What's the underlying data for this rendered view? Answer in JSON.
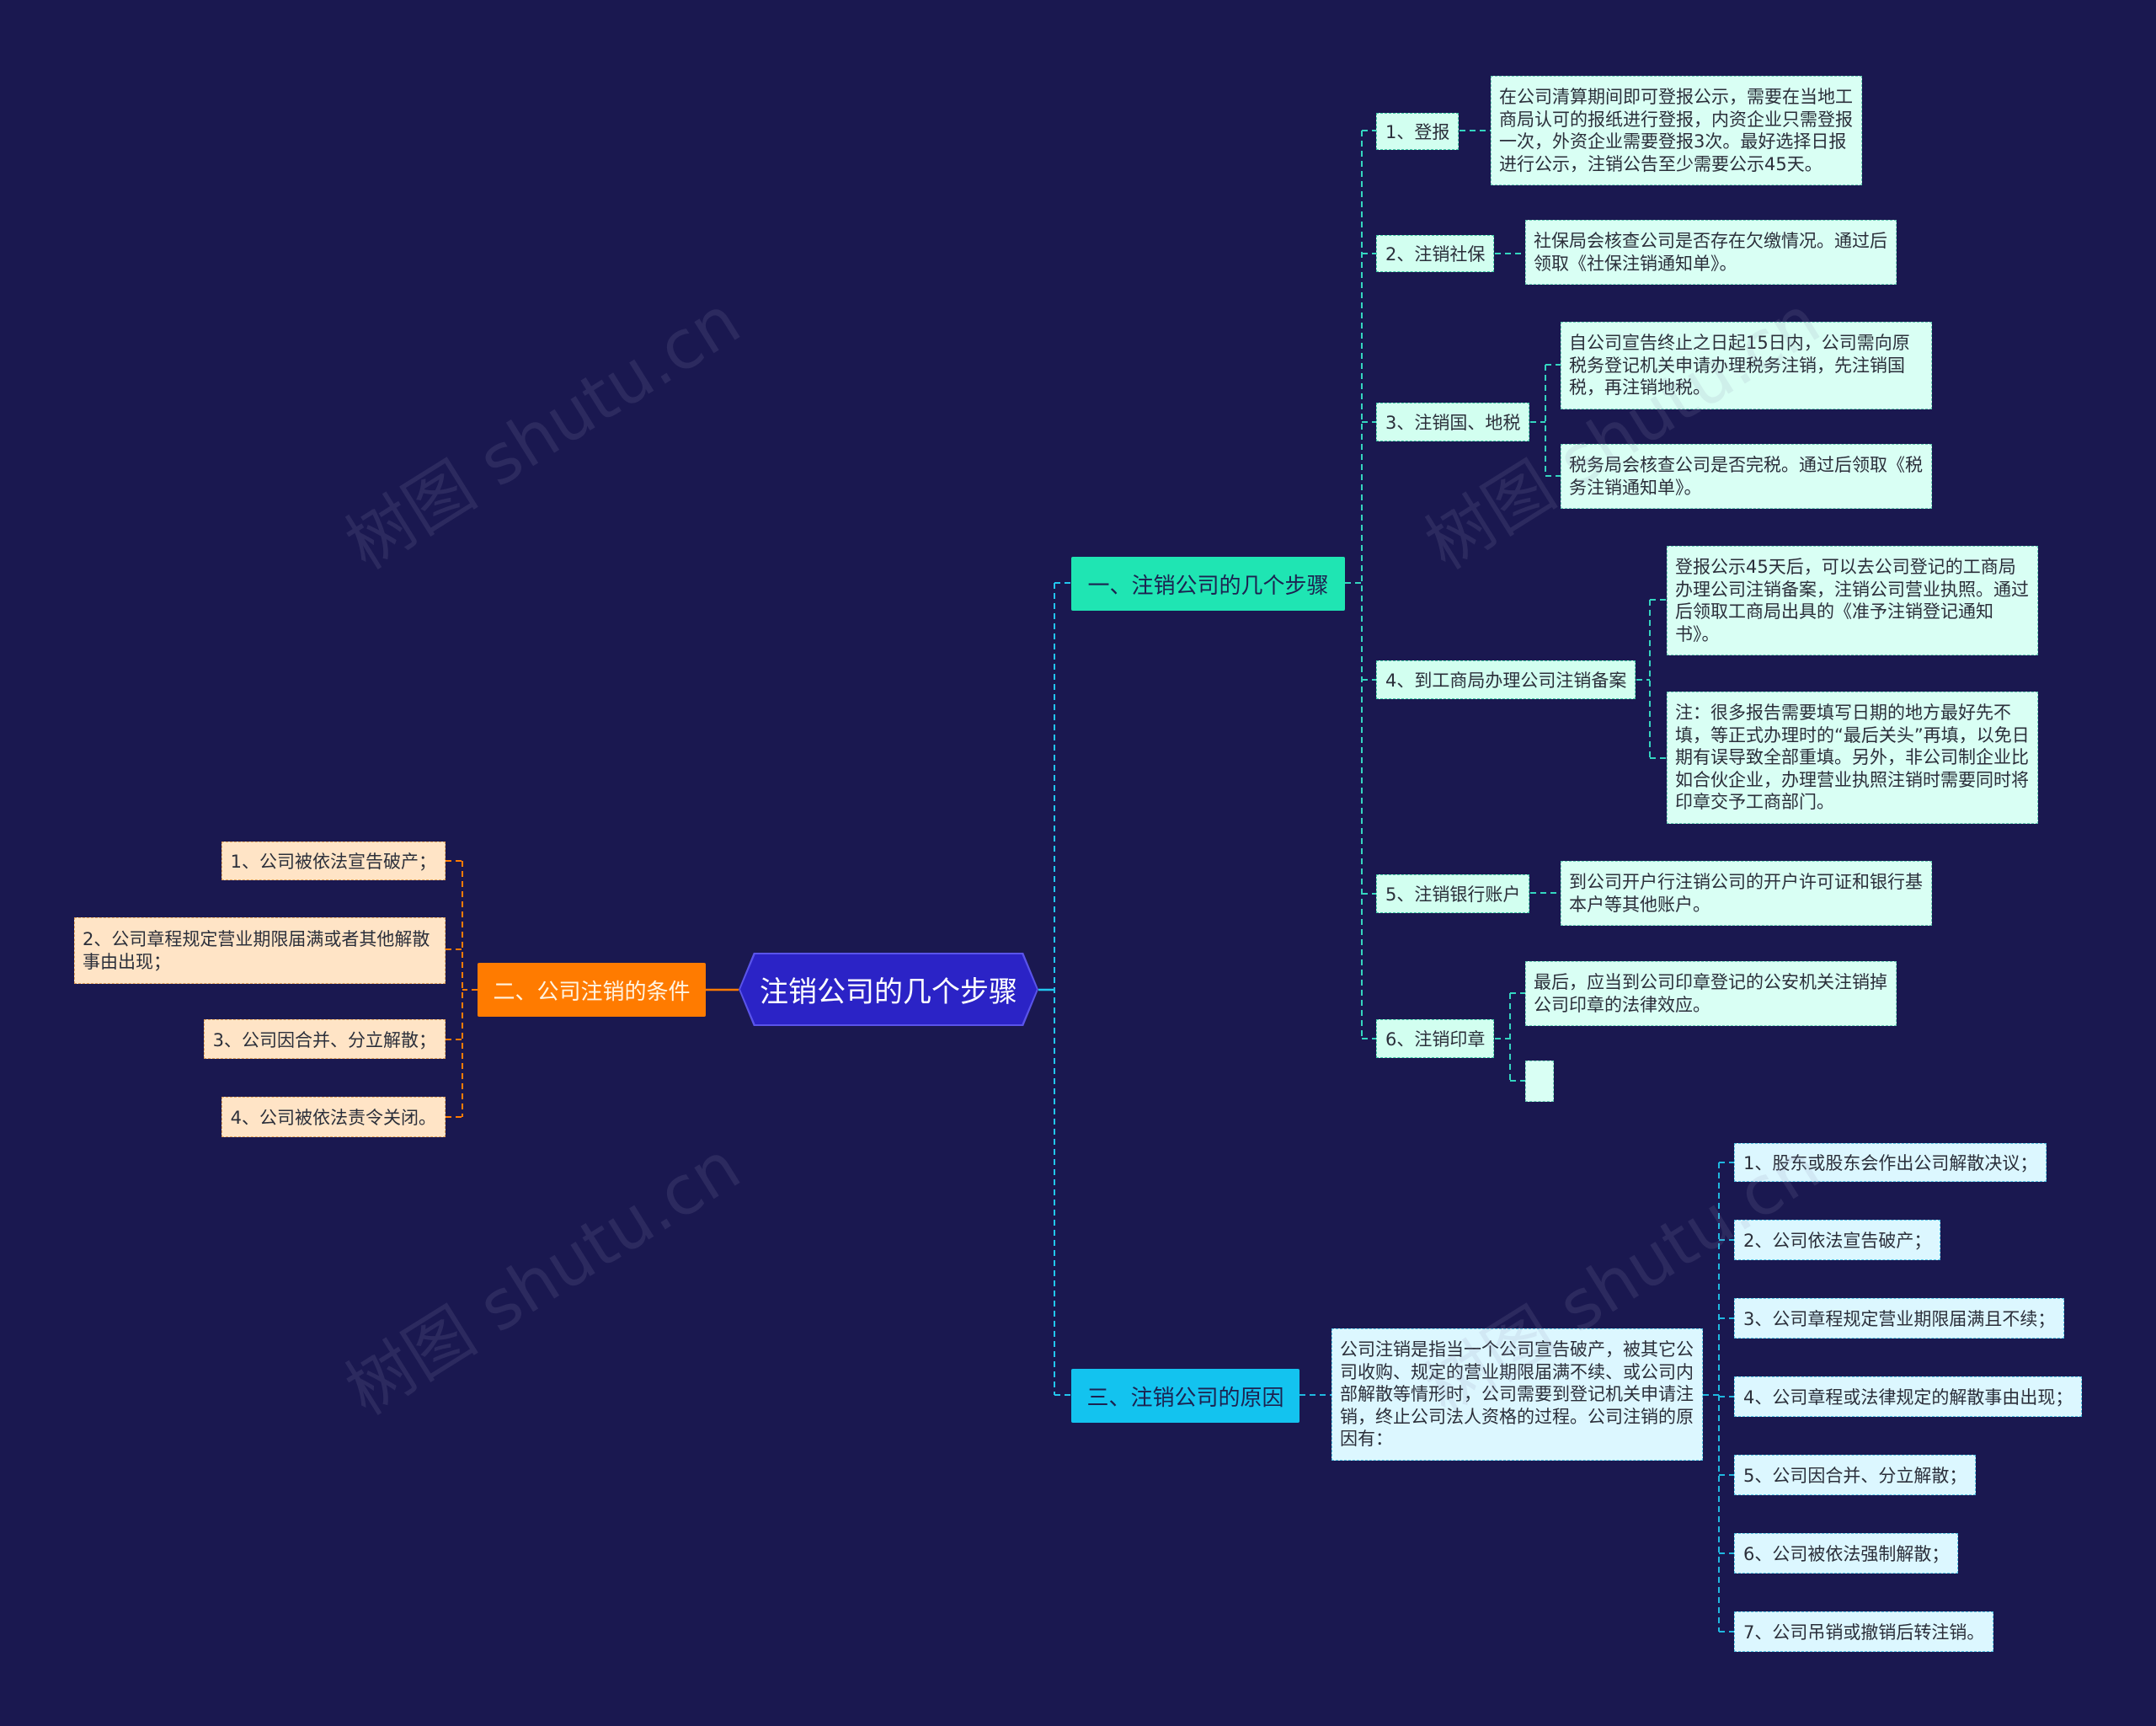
{
  "watermark": "树图 shutu.cn",
  "root": "注销公司的几个步骤",
  "steps": {
    "label": "一、注销公司的几个步骤",
    "items": [
      {
        "label": "1、登报",
        "details": [
          "在公司清算期间即可登报公示，需要在当地工商局认可的报纸进行登报，内资企业只需登报一次，外资企业需要登报3次。最好选择日报进行公示，注销公告至少需要公示45天。"
        ]
      },
      {
        "label": "2、注销社保",
        "details": [
          "社保局会核查公司是否存在欠缴情况。通过后领取《社保注销通知单》。"
        ]
      },
      {
        "label": "3、注销国、地税",
        "details": [
          "自公司宣告终止之日起15日内，公司需向原税务登记机关申请办理税务注销，先注销国税，再注销地税。",
          "税务局会核查公司是否完税。通过后领取《税务注销通知单》。"
        ]
      },
      {
        "label": "4、到工商局办理公司注销备案",
        "details": [
          "登报公示45天后，可以去公司登记的工商局办理公司注销备案，注销公司营业执照。通过后领取工商局出具的《准予注销登记通知书》。",
          "注：很多报告需要填写日期的地方最好先不填，等正式办理时的“最后关头”再填，以免日期有误导致全部重填。另外，非公司制企业比如合伙企业，办理营业执照注销时需要同时将印章交予工商部门。"
        ]
      },
      {
        "label": "5、注销银行账户",
        "details": [
          "到公司开户行注销公司的开户许可证和银行基本户等其他账户。"
        ]
      },
      {
        "label": "6、注销印章",
        "details": [
          "最后，应当到公司印章登记的公安机关注销掉公司印章的法律效应。",
          ""
        ]
      }
    ]
  },
  "conditions": {
    "label": "二、公司注销的条件",
    "items": [
      "1、公司被依法宣告破产；",
      "2、公司章程规定营业期限届满或者其他解散事由出现；",
      "3、公司因合并、分立解散；",
      "4、公司被依法责令关闭。"
    ]
  },
  "reasons": {
    "label": "三、注销公司的原因",
    "summary": "公司注销是指当一个公司宣告破产，被其它公司收购、规定的营业期限届满不续、或公司内部解散等情形时，公司需要到登记机关申请注销，终止公司法人资格的过程。公司注销的原因有：",
    "items": [
      "1、股东或股东会作出公司解散决议；",
      "2、公司依法宣告破产；",
      "3、公司章程规定营业期限届满且不续；",
      "4、公司章程或法律规定的解散事由出现；",
      "5、公司因合并、分立解散；",
      "6、公司被依法强制解散；",
      "7、公司吊销或撤销后转注销。"
    ]
  },
  "colors": {
    "background": "#1a1850",
    "root": "#2b23c6",
    "steps": "#1fe5b3",
    "conditions": "#ff7b00",
    "reasons": "#13c3ef"
  }
}
